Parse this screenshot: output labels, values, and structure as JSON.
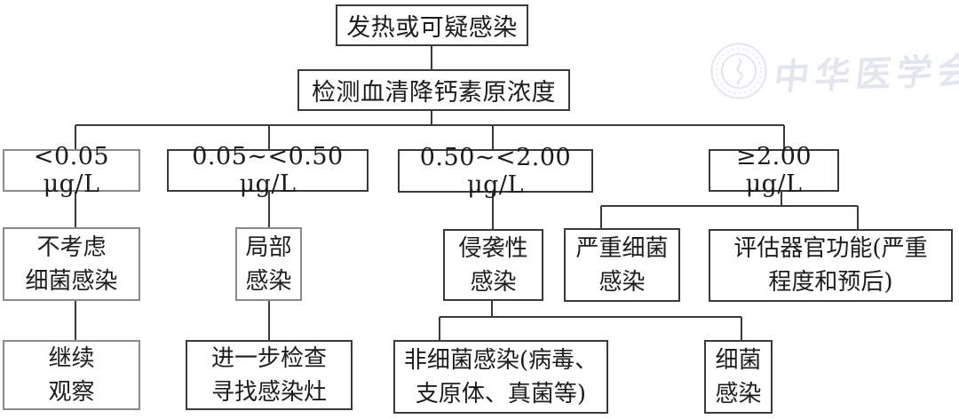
{
  "diagram": {
    "type": "flowchart",
    "topic": "serum procalcitonin (PCT) interpretation for fever or suspected infection",
    "colors": {
      "background": "#ffffff",
      "line": "#3a3a3a",
      "box_border_dark": "#3a3a3a",
      "box_border_light": "#8a8a8a",
      "text": "#1c1c1c",
      "watermark": "#e3e6ee"
    }
  },
  "nodes": {
    "fever": {
      "label": "发热或可疑感染"
    },
    "test_pct": {
      "label": "检测血清降钙素原浓度"
    },
    "range_low": {
      "label": "<0.05 μg/L"
    },
    "range_mid_low": {
      "label": "0.05~<0.50 μg/L"
    },
    "range_mid_high": {
      "label": "0.50~<2.00 μg/L"
    },
    "range_high": {
      "label": "≥2.00 μg/L"
    },
    "no_bacterial": {
      "label": "不考虑\n细菌感染"
    },
    "local_infection": {
      "label": "局部\n感染"
    },
    "invasive_infection": {
      "label": "侵袭性\n感染"
    },
    "severe_bacterial": {
      "label": "严重细菌\n感染"
    },
    "assess_organ": {
      "label": "评估器官功能(严重\n程度和预后)"
    },
    "continue_observe": {
      "label": "继续\n观察"
    },
    "further_exam": {
      "label": "进一步检查\n寻找感染灶"
    },
    "non_bacterial": {
      "label": "非细菌感染(病毒、\n支原体、真菌等)"
    },
    "bacterial": {
      "label": "细菌\n感染"
    }
  },
  "watermark": {
    "text": "中华医学会"
  }
}
